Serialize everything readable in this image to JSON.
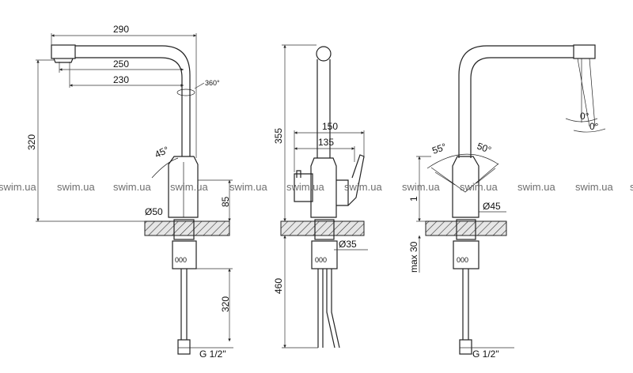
{
  "left_view": {
    "dim_total_reach": "290",
    "dim_reach_mid": "250",
    "dim_reach_inner": "230",
    "rotation": "360°",
    "dim_spout_height": "320",
    "handle_angle": "45°",
    "dim_base_height": "85",
    "base_diameter": "Ø50",
    "dim_hose_length": "320",
    "thread": "G 1/2\""
  },
  "middle_view": {
    "dim_total_height": "355",
    "dim_width_outer": "150",
    "dim_width_inner": "135",
    "thread_diameter": "Ø35",
    "dim_hose_length": "460"
  },
  "right_view": {
    "angle_left": "55°",
    "angle_right": "50°",
    "dim_partial": "1",
    "body_diameter": "Ø45",
    "dim_max_counter": "max 30",
    "thread": "G 1/2\"",
    "angle_a": "0°",
    "angle_b": "0°"
  },
  "watermark": "swim.ua"
}
